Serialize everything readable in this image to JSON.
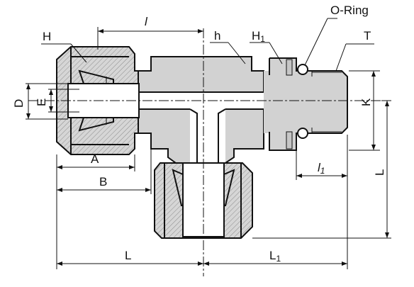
{
  "labels": {
    "H": "H",
    "l": "l",
    "h": "h",
    "H1_main": "H",
    "H1_sub": "1",
    "oring": "O-Ring",
    "T": "T",
    "D": "D",
    "E": "E",
    "K": "K",
    "A": "A",
    "B": "B",
    "l1_main": "l",
    "l1_sub": "1",
    "L_vertical": "L",
    "L_bottom": "L",
    "L1_main": "L",
    "L1_sub": "1"
  }
}
